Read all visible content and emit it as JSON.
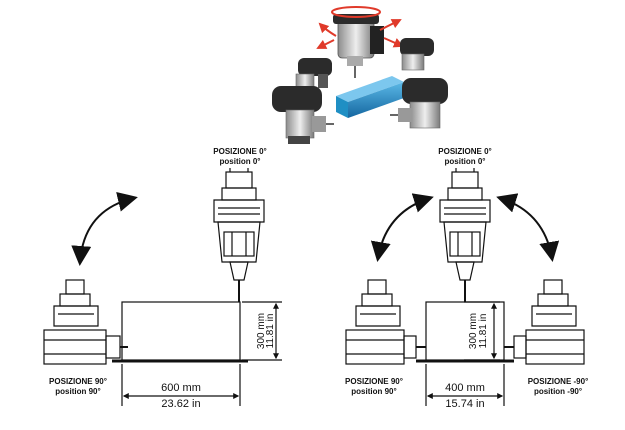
{
  "left_diagram": {
    "top_label": {
      "line1": "POSIZIONE 0°",
      "line2": "position 0°"
    },
    "left_label": {
      "line1": "POSIZIONE 90°",
      "line2": "position 90°"
    },
    "width_dim": {
      "metric": "600 mm",
      "imperial": "23.62 in"
    },
    "height_dim": {
      "metric": "300 mm",
      "imperial": "11.81 in"
    }
  },
  "right_diagram": {
    "top_label": {
      "line1": "POSIZIONE 0°",
      "line2": "position 0°"
    },
    "left_label": {
      "line1": "POSIZIONE 90°",
      "line2": "position 90°"
    },
    "right_label": {
      "line1": "POSIZIONE -90°",
      "line2": "position -90°"
    },
    "width_dim": {
      "metric": "400 mm",
      "imperial": "15.74 in"
    },
    "height_dim": {
      "metric": "300 mm",
      "imperial": "11.81 in"
    }
  },
  "colors": {
    "rotation_arrows": "#e03a2a",
    "workpiece": "#1f8fc4",
    "head_body": "#2b2b2b",
    "head_metal": "#c9c9c9",
    "line": "#111111"
  }
}
